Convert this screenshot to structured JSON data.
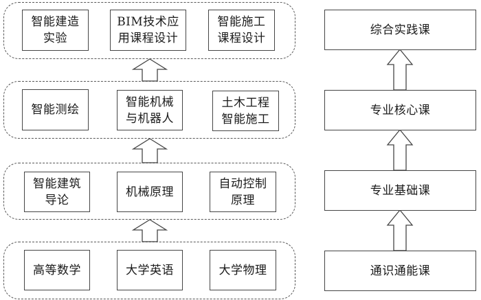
{
  "left_column": {
    "groups": [
      {
        "level": "practice",
        "courses": [
          "智能建造\n实验",
          "BIM技术应\n用课程设计",
          "智能施工\n课程设计"
        ]
      },
      {
        "level": "core",
        "courses": [
          "智能测绘",
          "智能机械\n与机器人",
          "土木工程\n智能施工"
        ]
      },
      {
        "level": "foundation",
        "courses": [
          "智能建筑\n导论",
          "机械原理",
          "自动控制\n原理"
        ]
      },
      {
        "level": "general",
        "courses": [
          "高等数学",
          "大学英语",
          "大学物理"
        ]
      }
    ]
  },
  "right_column": {
    "stages": [
      "综合实践课",
      "专业核心课",
      "专业基础课",
      "通识通能课"
    ]
  },
  "arrows": {
    "direction": "up",
    "icon": "hollow-up-arrow-icon"
  },
  "colors": {
    "line": "#444444",
    "dashed": "#555555",
    "background": "#ffffff"
  }
}
